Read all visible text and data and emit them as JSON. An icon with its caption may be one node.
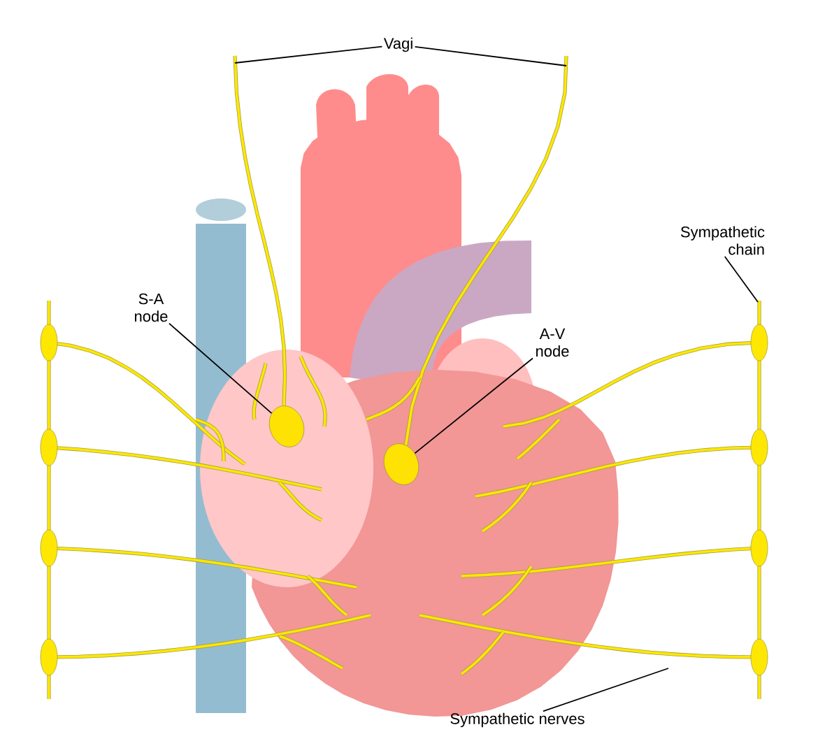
{
  "diagram": {
    "nodes": [
      {
        "text": [
          "Vagi"
        ]
      },
      {
        "text": [
          "S-A node"
        ]
      },
      {
        "text": [],
        "shape": "circle"
      },
      {
        "text": [
          "A-V node"
        ]
      },
      {
        "text": [],
        "shape": "circle"
      },
      {
        "text": [
          "Sympathetic chain"
        ]
      },
      {
        "text": [
          "Sympathetic nerves"
        ]
      }
    ],
    "edges": [
      {
        "from": 0,
        "to": null,
        "arrow": "none"
      },
      {
        "from": 0,
        "to": null,
        "arrow": "none"
      },
      {
        "from": 1,
        "to": 2,
        "arrow": "none"
      },
      {
        "from": 3,
        "to": 4,
        "arrow": "none"
      },
      {
        "from": 5,
        "to": null,
        "arrow": "none"
      },
      {
        "from": 6,
        "to": null,
        "arrow": "none"
      }
    ]
  }
}
